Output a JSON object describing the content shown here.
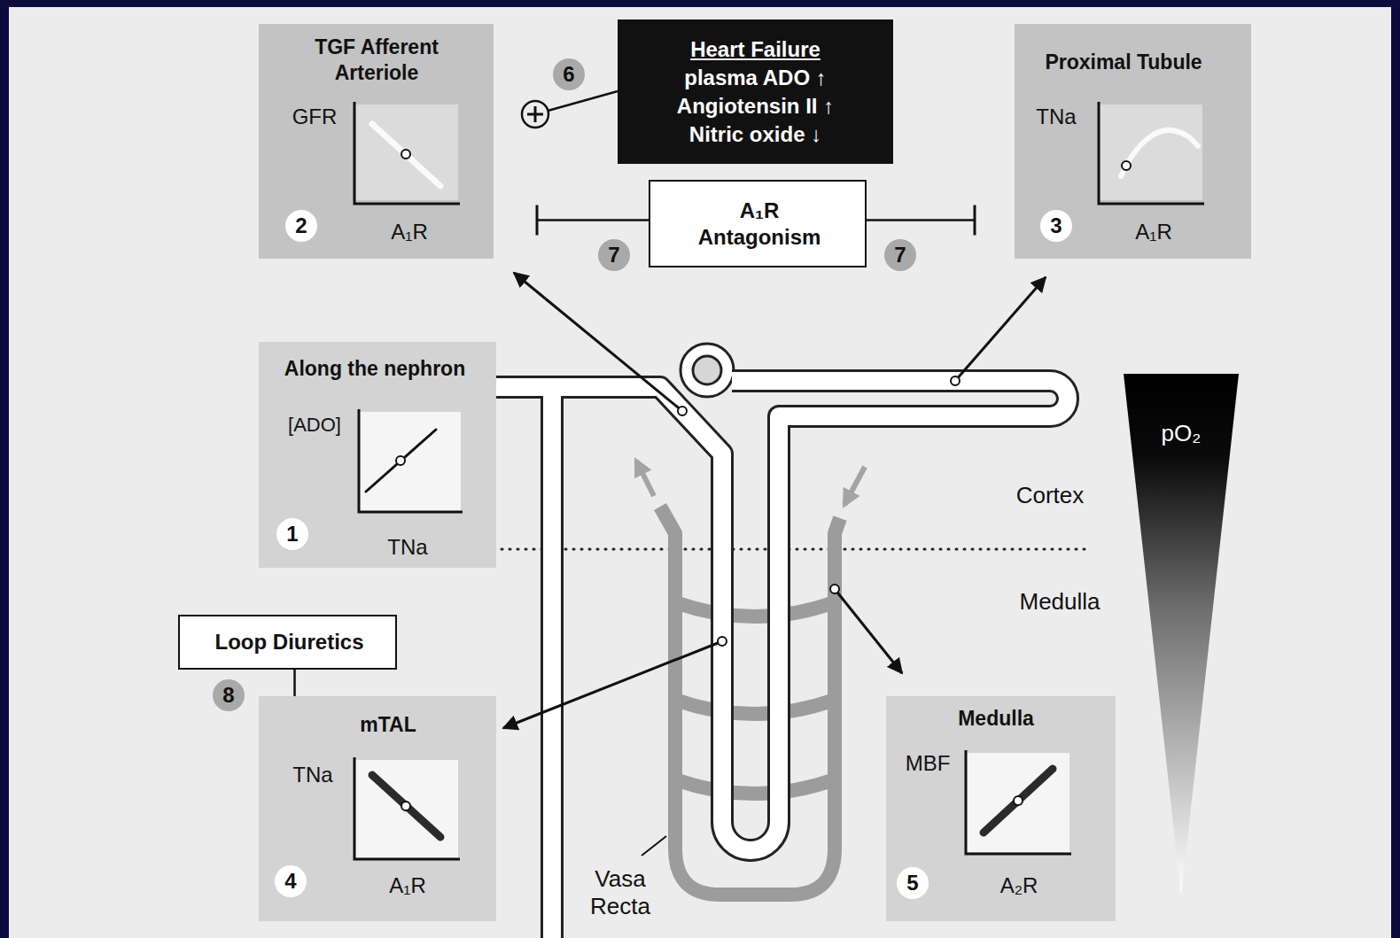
{
  "diagram": {
    "nodes": [
      {
        "text": [
          "TGF Afferent Arteriole",
          "GFR",
          "A₁R"
        ]
      },
      {
        "text": [
          "2"
        ],
        "in": 0
      },
      {
        "text": [
          "6"
        ]
      },
      {
        "text": [
          "Heart Failure",
          "plasma ADO ↑",
          "Angiotensin II ↑",
          "Nitric oxide ↓"
        ]
      },
      {
        "text": [
          "Proximal Tubule",
          "TNa",
          "A₁R"
        ]
      },
      {
        "text": [
          "3"
        ],
        "in": 4
      },
      {
        "text": [
          "A₁R Antagonism"
        ]
      },
      {
        "text": [
          "7"
        ]
      },
      {
        "text": [
          "7"
        ]
      },
      {
        "text": [
          "Along the nephron",
          "[ADO]",
          "TNa"
        ]
      },
      {
        "text": [
          "1"
        ],
        "in": 9
      },
      {
        "text": [
          "Loop Diuretics"
        ]
      },
      {
        "text": [
          "8"
        ]
      },
      {
        "text": [
          "mTAL",
          "TNa",
          "A₁R"
        ]
      },
      {
        "text": [
          "4"
        ],
        "in": 13
      },
      {
        "text": [
          "Medulla",
          "MBF",
          "A₂R"
        ]
      },
      {
        "text": [
          "5"
        ],
        "in": 15
      }
    ],
    "edges": [
      {
        "from": 3,
        "to": 0,
        "arrow": "to"
      },
      {
        "from": 6,
        "to": 0,
        "arrow": "to"
      },
      {
        "from": 6,
        "to": 4,
        "arrow": "to"
      },
      {
        "from": 11,
        "to": 13,
        "arrow": "to"
      }
    ],
    "labels": [
      "Cortex",
      "Medulla",
      "Vasa Recta",
      "pO₂"
    ]
  }
}
